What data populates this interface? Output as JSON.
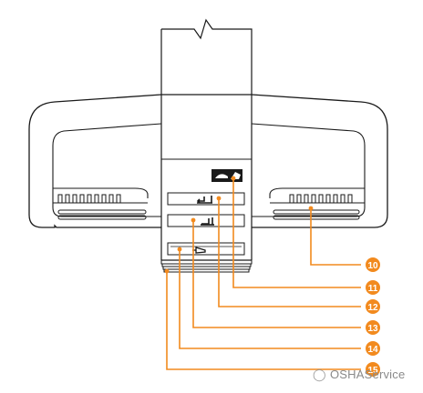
{
  "callouts": [
    {
      "number": "10",
      "label": "⑩",
      "target": "right handle grip"
    },
    {
      "number": "11",
      "label": "⑪",
      "target": "tilt icon"
    },
    {
      "number": "12",
      "label": "⑫",
      "target": "upper switch"
    },
    {
      "number": "13",
      "label": "⑬",
      "target": "lower switch"
    },
    {
      "number": "14",
      "label": "⑭",
      "target": "horn button"
    },
    {
      "number": "15",
      "label": "⑮",
      "target": "bottom collar"
    }
  ],
  "colors": {
    "line": "#1a1a1a",
    "callout": "#f28a1e",
    "background": "#ffffff"
  },
  "watermark": {
    "text": "OSHAService",
    "icon": "wechat-icon"
  }
}
